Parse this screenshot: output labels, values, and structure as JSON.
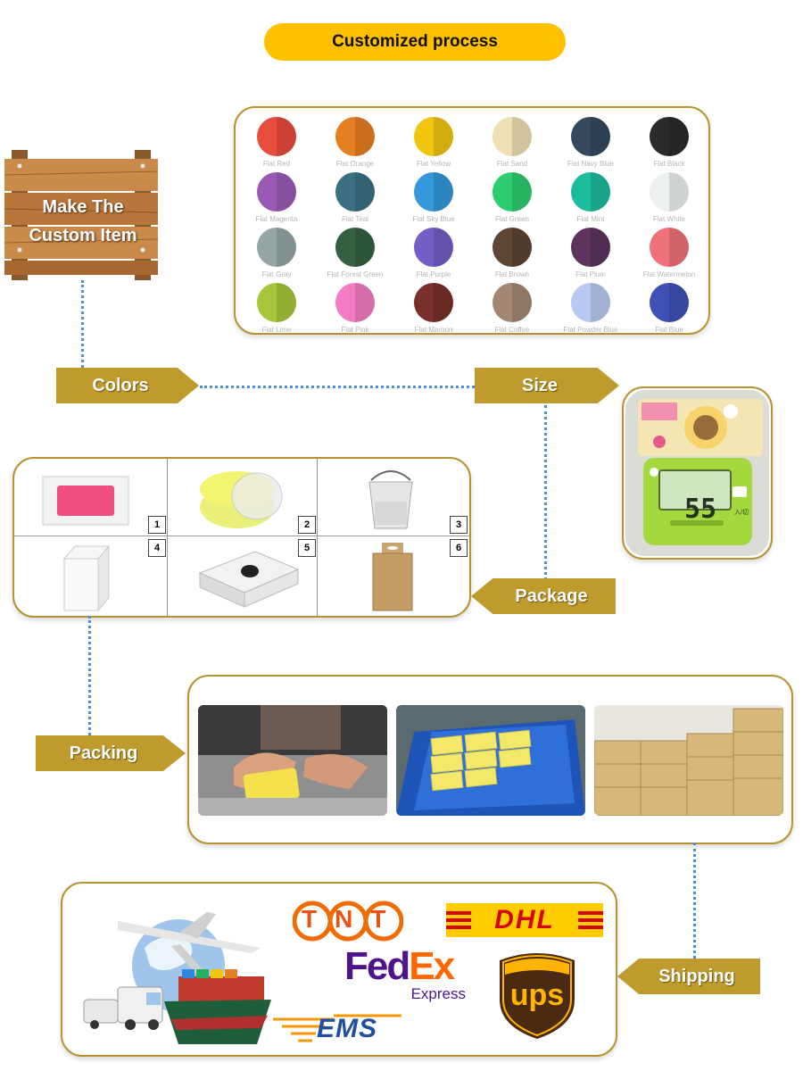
{
  "header": {
    "title": "Customized process"
  },
  "sign": {
    "line1": "Make The",
    "line2": "Custom Item"
  },
  "steps": {
    "colors": "Colors",
    "size": "Size",
    "package": "Package",
    "packing": "Packing",
    "shipping": "Shipping"
  },
  "palette": [
    {
      "name": "Flat Red",
      "color": "#e74c3c"
    },
    {
      "name": "Flat Orange",
      "color": "#e67e22"
    },
    {
      "name": "Flat Yellow",
      "color": "#f1c40f"
    },
    {
      "name": "Flat Sand",
      "color": "#f0deb4"
    },
    {
      "name": "Flat Navy Blue",
      "color": "#34495e"
    },
    {
      "name": "Flat Black",
      "color": "#2b2b2b"
    },
    {
      "name": "Flat Magenta",
      "color": "#9b59b6"
    },
    {
      "name": "Flat Teal",
      "color": "#3a6f81"
    },
    {
      "name": "Flat Sky Blue",
      "color": "#3498db"
    },
    {
      "name": "Flat Green",
      "color": "#2ecc71"
    },
    {
      "name": "Flat Mint",
      "color": "#1abc9c"
    },
    {
      "name": "Flat White",
      "color": "#ecf0f1"
    },
    {
      "name": "Flat Gray",
      "color": "#95a5a6"
    },
    {
      "name": "Flat Forest Green",
      "color": "#345f41"
    },
    {
      "name": "Flat Purple",
      "color": "#745ec5"
    },
    {
      "name": "Flat Brown",
      "color": "#5e4534"
    },
    {
      "name": "Flat Plum",
      "color": "#5e345e"
    },
    {
      "name": "Flat Watermelon",
      "color": "#ef717a"
    },
    {
      "name": "Flat Lime",
      "color": "#a5c63b"
    },
    {
      "name": "Flat Pink",
      "color": "#f47cc3"
    },
    {
      "name": "Flat Maroon",
      "color": "#79302a"
    },
    {
      "name": "Flat Coffee",
      "color": "#a38671"
    },
    {
      "name": "Flat Powder Blue",
      "color": "#b8c9f1"
    },
    {
      "name": "Flat Blue",
      "color": "#3f51b5"
    }
  ],
  "scale": {
    "reading": "55",
    "button_label": "入/切"
  },
  "package_options": [
    "1",
    "2",
    "3",
    "4",
    "5",
    "6"
  ],
  "carriers": {
    "tnt": "TNT",
    "dhl": "DHL",
    "fedex_fed": "Fed",
    "fedex_ex": "Ex",
    "fedex_express": "Express",
    "ems": "EMS",
    "ups": "ups"
  },
  "colors": {
    "accent": "#bf9a2c",
    "pill": "#ffc000",
    "connector": "#4a8fd6"
  }
}
